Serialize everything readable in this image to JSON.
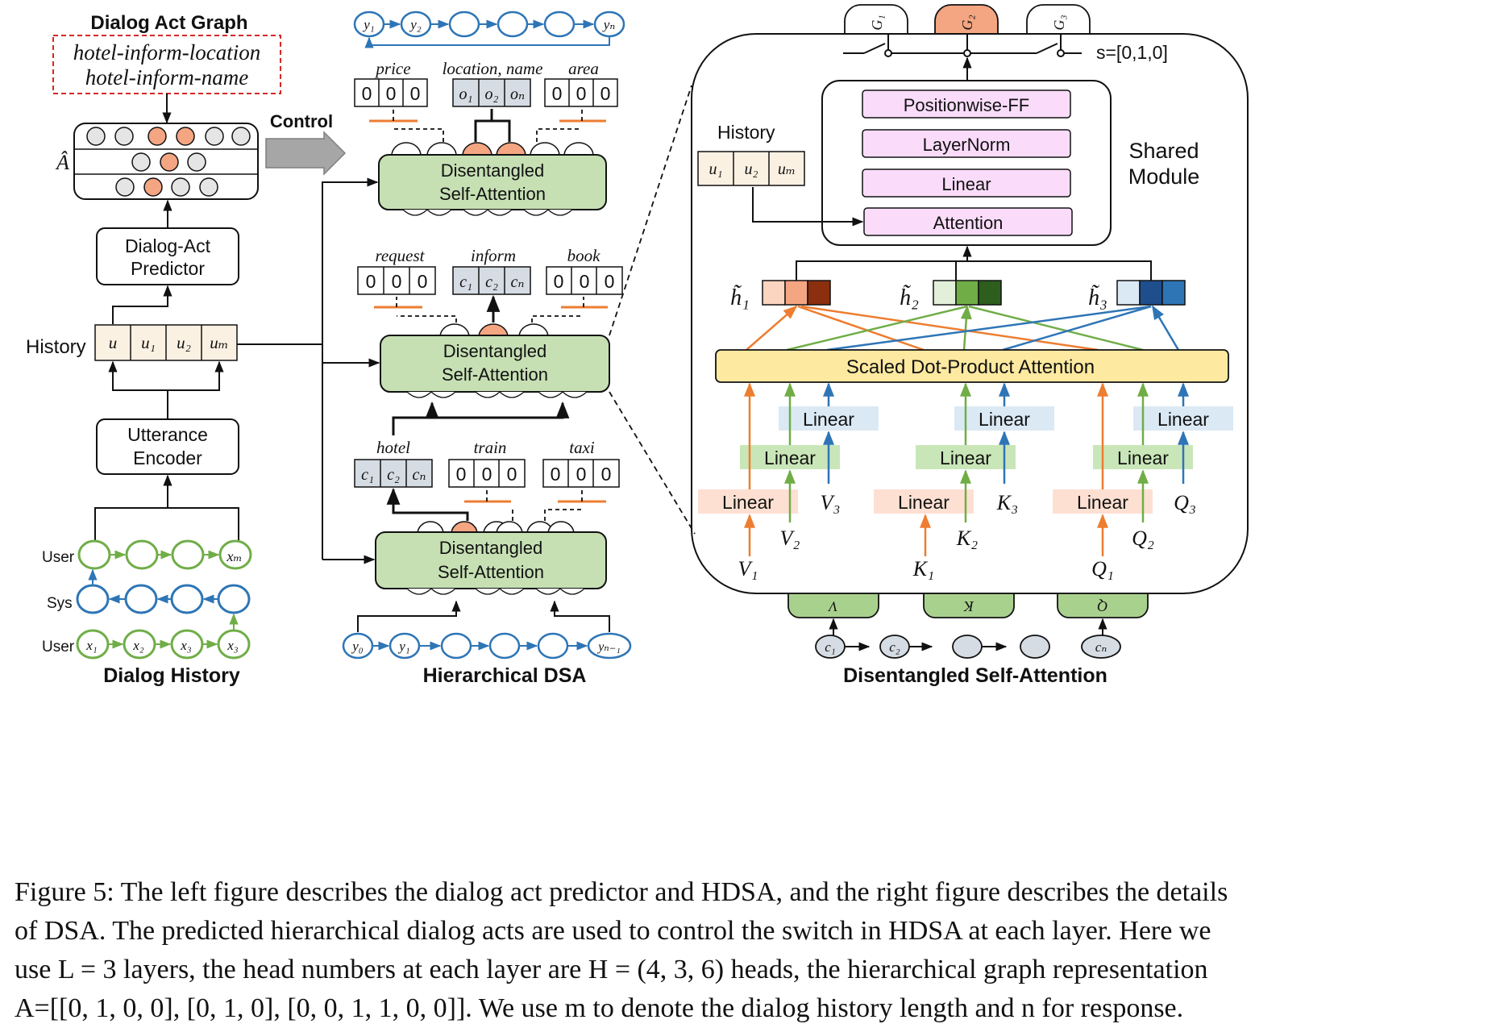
{
  "left": {
    "graph_title": "Dialog Act Graph",
    "graph_acts": [
      "hotel-inform-location",
      "hotel-inform-name"
    ],
    "a_hat": "Â",
    "control_label": "Control",
    "predictor_label": [
      "Dialog-Act",
      "Predictor"
    ],
    "history_label": "History",
    "history_cells": [
      "u",
      "u₁",
      "u₂",
      "uₘ"
    ],
    "encoder_label": [
      "Utterance",
      "Encoder"
    ],
    "row_labels": [
      "User",
      "Sys",
      "User"
    ],
    "user_top_last": "xₘ",
    "user_bottom": [
      "x₁",
      "x₂",
      "x₃",
      "x₃"
    ],
    "panel_title": "Dialog History"
  },
  "middle": {
    "top_seq": [
      "y₁",
      "y₂",
      "",
      "",
      "yₙ"
    ],
    "layer3": {
      "labels": [
        "price",
        "location, name",
        "area"
      ],
      "cells": [
        [
          "0",
          "0",
          "0"
        ],
        [
          "o₁",
          "o₂",
          "oₙ"
        ],
        [
          "0",
          "0",
          "0"
        ]
      ]
    },
    "layer2": {
      "labels": [
        "request",
        "inform",
        "book"
      ],
      "cells": [
        [
          "0",
          "0",
          "0"
        ],
        [
          "c₁",
          "c₂",
          "cₙ"
        ],
        [
          "0",
          "0",
          "0"
        ]
      ]
    },
    "layer1": {
      "labels": [
        "hotel",
        "train",
        "taxi"
      ],
      "cells": [
        [
          "c₁",
          "c₂",
          "cₙ"
        ],
        [
          "0",
          "0",
          "0"
        ],
        [
          "0",
          "0",
          "0"
        ]
      ]
    },
    "dsa_label": [
      "Disentangled",
      "Self-Attention"
    ],
    "bottom_seq": [
      "y₀",
      "y₁",
      "",
      "",
      "",
      "yₙ₋₁"
    ],
    "panel_title": "Hierarchical DSA"
  },
  "right": {
    "gates": [
      "G₁",
      "G₂",
      "G₃"
    ],
    "switch_label": "s=[0,1,0]",
    "shared_layers": [
      "Positionwise-FF",
      "LayerNorm",
      "Linear",
      "Attention"
    ],
    "shared_label": [
      "Shared",
      "Module"
    ],
    "history_label": "History",
    "history_cells": [
      "u₁",
      "u₂",
      "uₘ"
    ],
    "h_labels": [
      "h̃₁",
      "h̃₂",
      "h̃₃"
    ],
    "sdpa_label": "Scaled Dot-Product Attention",
    "linear_label": "Linear",
    "vars": {
      "v": [
        "V₁",
        "V₂",
        "V₃"
      ],
      "k": [
        "K₁",
        "K₂",
        "K₃"
      ],
      "q": [
        "Q₁",
        "Q₂",
        "Q₃"
      ]
    },
    "proj_labels": [
      "V",
      "K",
      "Q"
    ],
    "bottom_seq": [
      "c₁",
      "c₂",
      "",
      "",
      "cₙ"
    ],
    "panel_title": "Disentangled Self-Attention"
  },
  "caption": [
    "Figure 5: The left figure describes the dialog act predictor and HDSA, and the right figure describes the details",
    "of DSA. The predicted hierarchical dialog acts are used to control the switch in HDSA at each layer. Here we",
    "use L = 3 layers, the head numbers at each layer are H = (4, 3, 6) heads, the hierarchical graph representation",
    "A=[[0, 1, 0, 0], [0, 1, 0], [0, 0, 1, 1, 0, 0]]. We use m to denote the dialog history length and n for response."
  ],
  "colors": {
    "green_box": "#c6e0b4",
    "green_line": "#70ad47",
    "blue_line": "#2e75b6",
    "orange": "#f4a582",
    "orange_line": "#ed7d31",
    "pink": "#fadcfa",
    "yellow": "#fde9a0",
    "gray_cell": "#d6dce4",
    "hist_cell": "#fbf1e3",
    "lin_orange": "#fde0d2",
    "lin_green": "#c9e6b8",
    "lin_blue": "#dbe9f5"
  }
}
